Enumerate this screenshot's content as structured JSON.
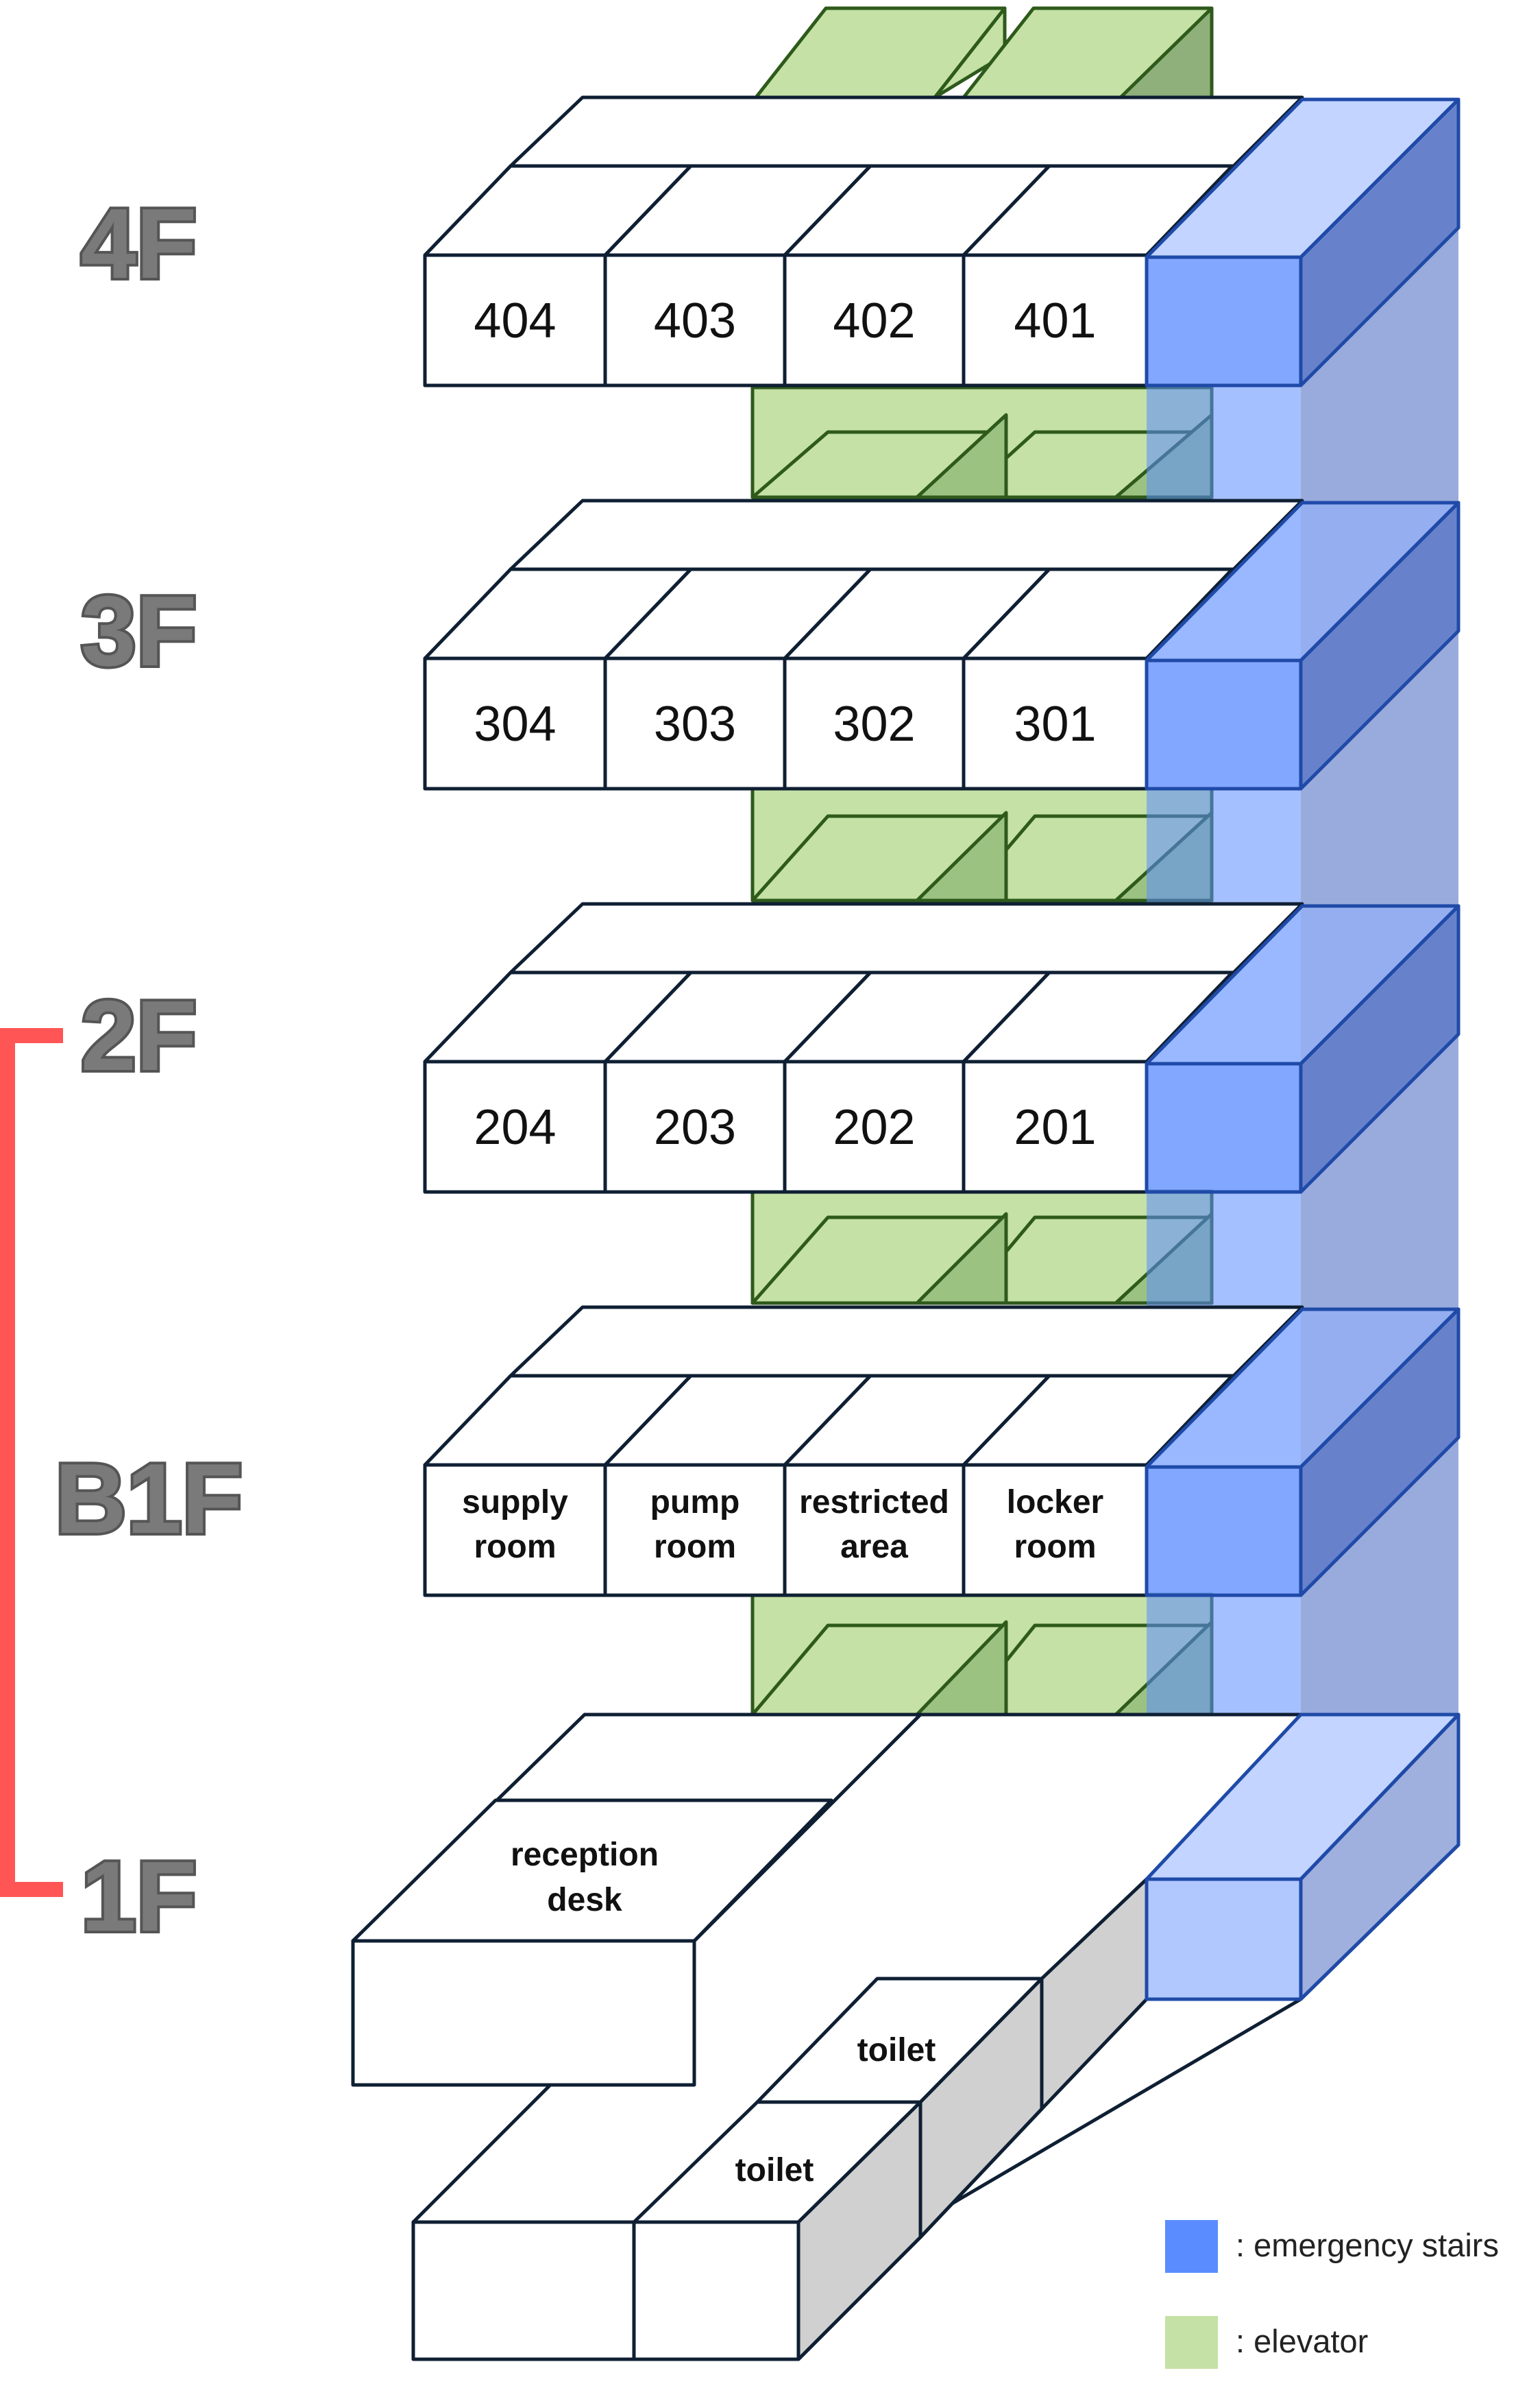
{
  "floors": {
    "f4": {
      "label": "4F",
      "rooms": [
        "404",
        "403",
        "402",
        "401"
      ]
    },
    "f3": {
      "label": "3F",
      "rooms": [
        "304",
        "303",
        "302",
        "301"
      ]
    },
    "f2": {
      "label": "2F",
      "rooms": [
        "204",
        "203",
        "202",
        "201"
      ]
    },
    "b1": {
      "label": "B1F",
      "rooms": [
        {
          "line1": "supply",
          "line2": "room"
        },
        {
          "line1": "pump",
          "line2": "room"
        },
        {
          "line1": "restricted",
          "line2": "area"
        },
        {
          "line1": "locker",
          "line2": "room"
        }
      ]
    },
    "f1": {
      "label": "1F",
      "reception": {
        "line1": "reception",
        "line2": "desk"
      },
      "toilet_upper": "toilet",
      "toilet_lower": "toilet"
    }
  },
  "legend": {
    "stairs": {
      "label": ": emergency stairs",
      "color": "#5b8cff"
    },
    "elevator": {
      "label": ": elevator",
      "color": "#c5e1a5"
    }
  },
  "colors": {
    "bracket": "#ff5555",
    "floor_label": "#7a7a7a",
    "room_outline": "#0f1f33"
  }
}
